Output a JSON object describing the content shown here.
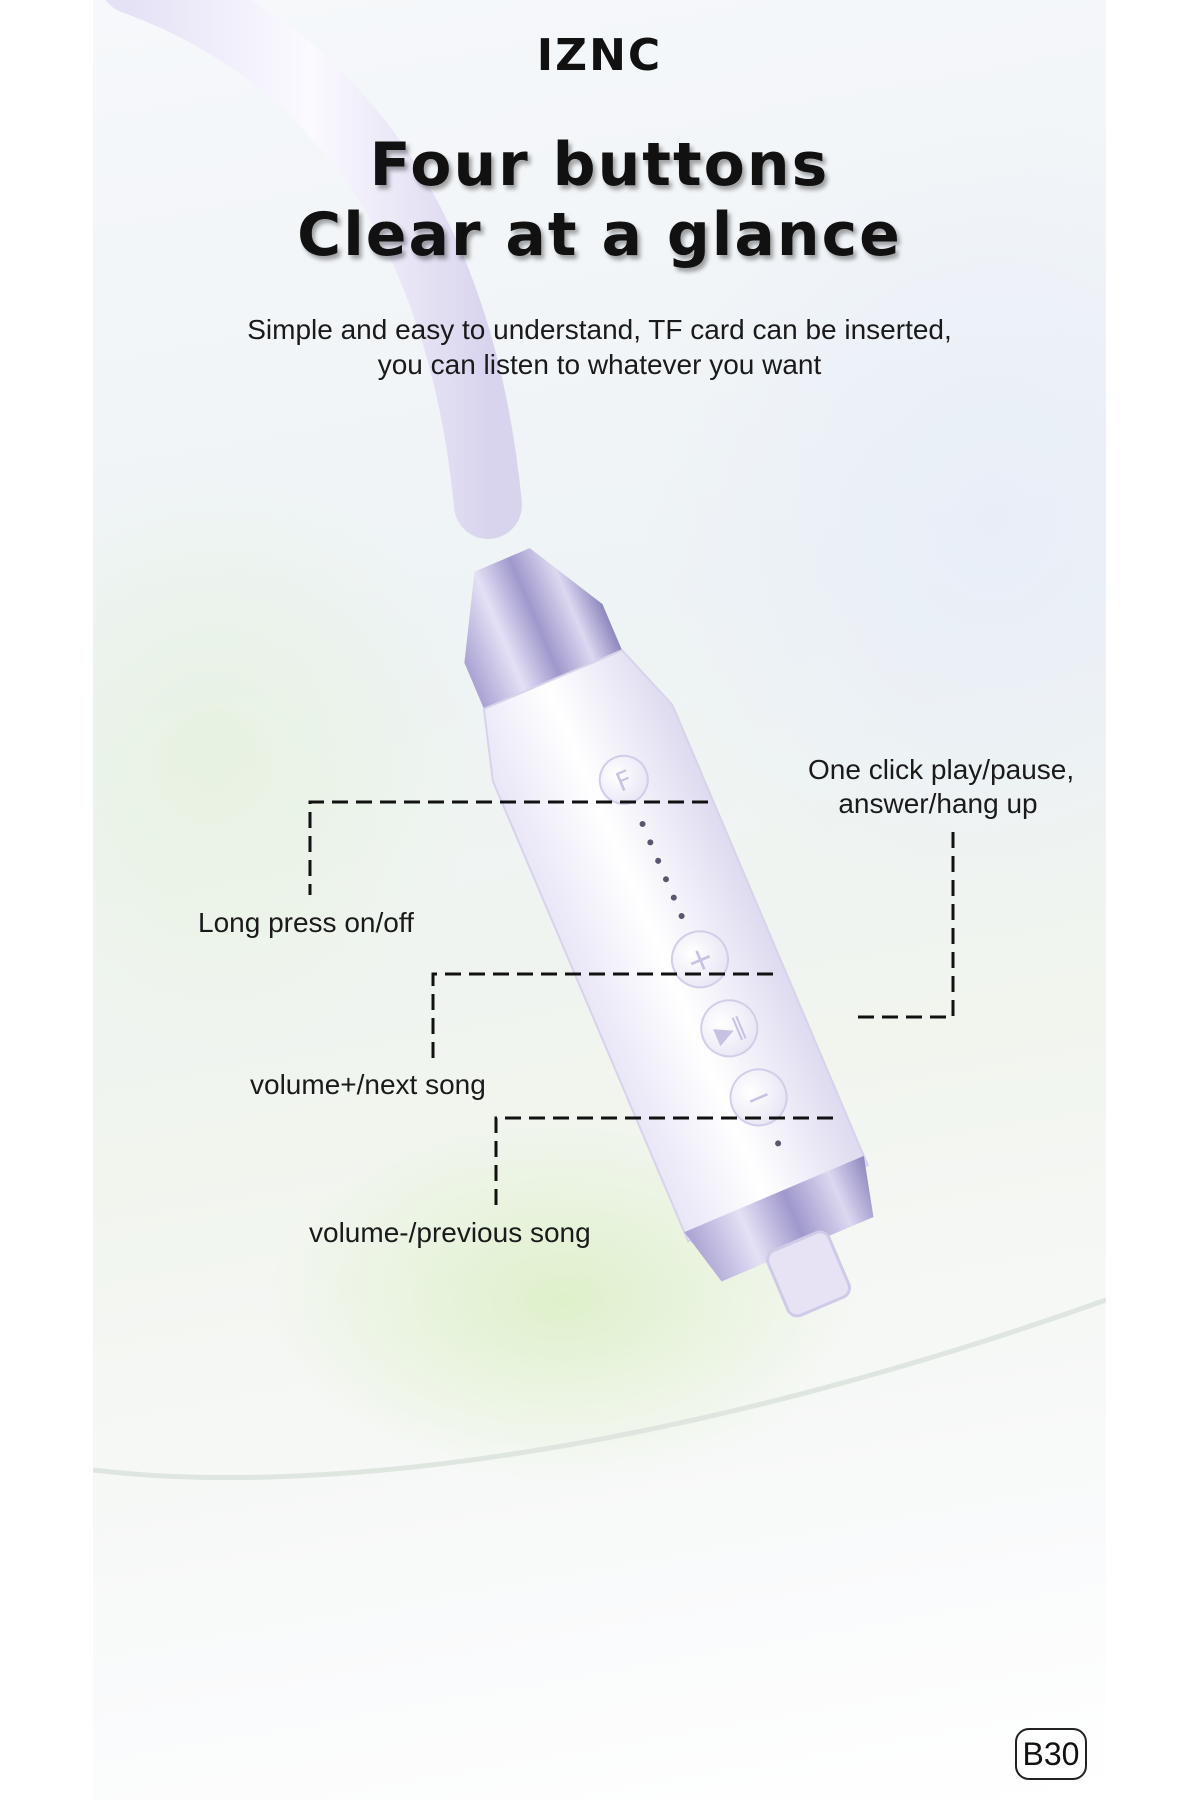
{
  "brand": {
    "logo_text": "IZNC"
  },
  "headline": {
    "line1": "Four buttons",
    "line2": "Clear at a glance"
  },
  "subtitle": {
    "line1": "Simple and easy to understand, TF card can be inserted,",
    "line2": "you can listen to whatever you want"
  },
  "buttons": [
    {
      "icon": "f-button-icon",
      "glyph": "F"
    },
    {
      "icon": "plus-button-icon",
      "glyph": "+"
    },
    {
      "icon": "play-pause-button-icon",
      "glyph": "⏯"
    },
    {
      "icon": "minus-button-icon",
      "glyph": "−"
    }
  ],
  "callouts": {
    "power": "Long press on/off",
    "play_line1": "One click play/pause,",
    "play_line2": "answer/hang up",
    "volume_up": "volume+/next song",
    "volume_down": "volume-/previous song"
  },
  "model_badge": "B30",
  "colors": {
    "text": "#111111",
    "device": "#f5f3fb",
    "metal_ring": "#c9c4e6",
    "cable": "#f2eefb"
  }
}
